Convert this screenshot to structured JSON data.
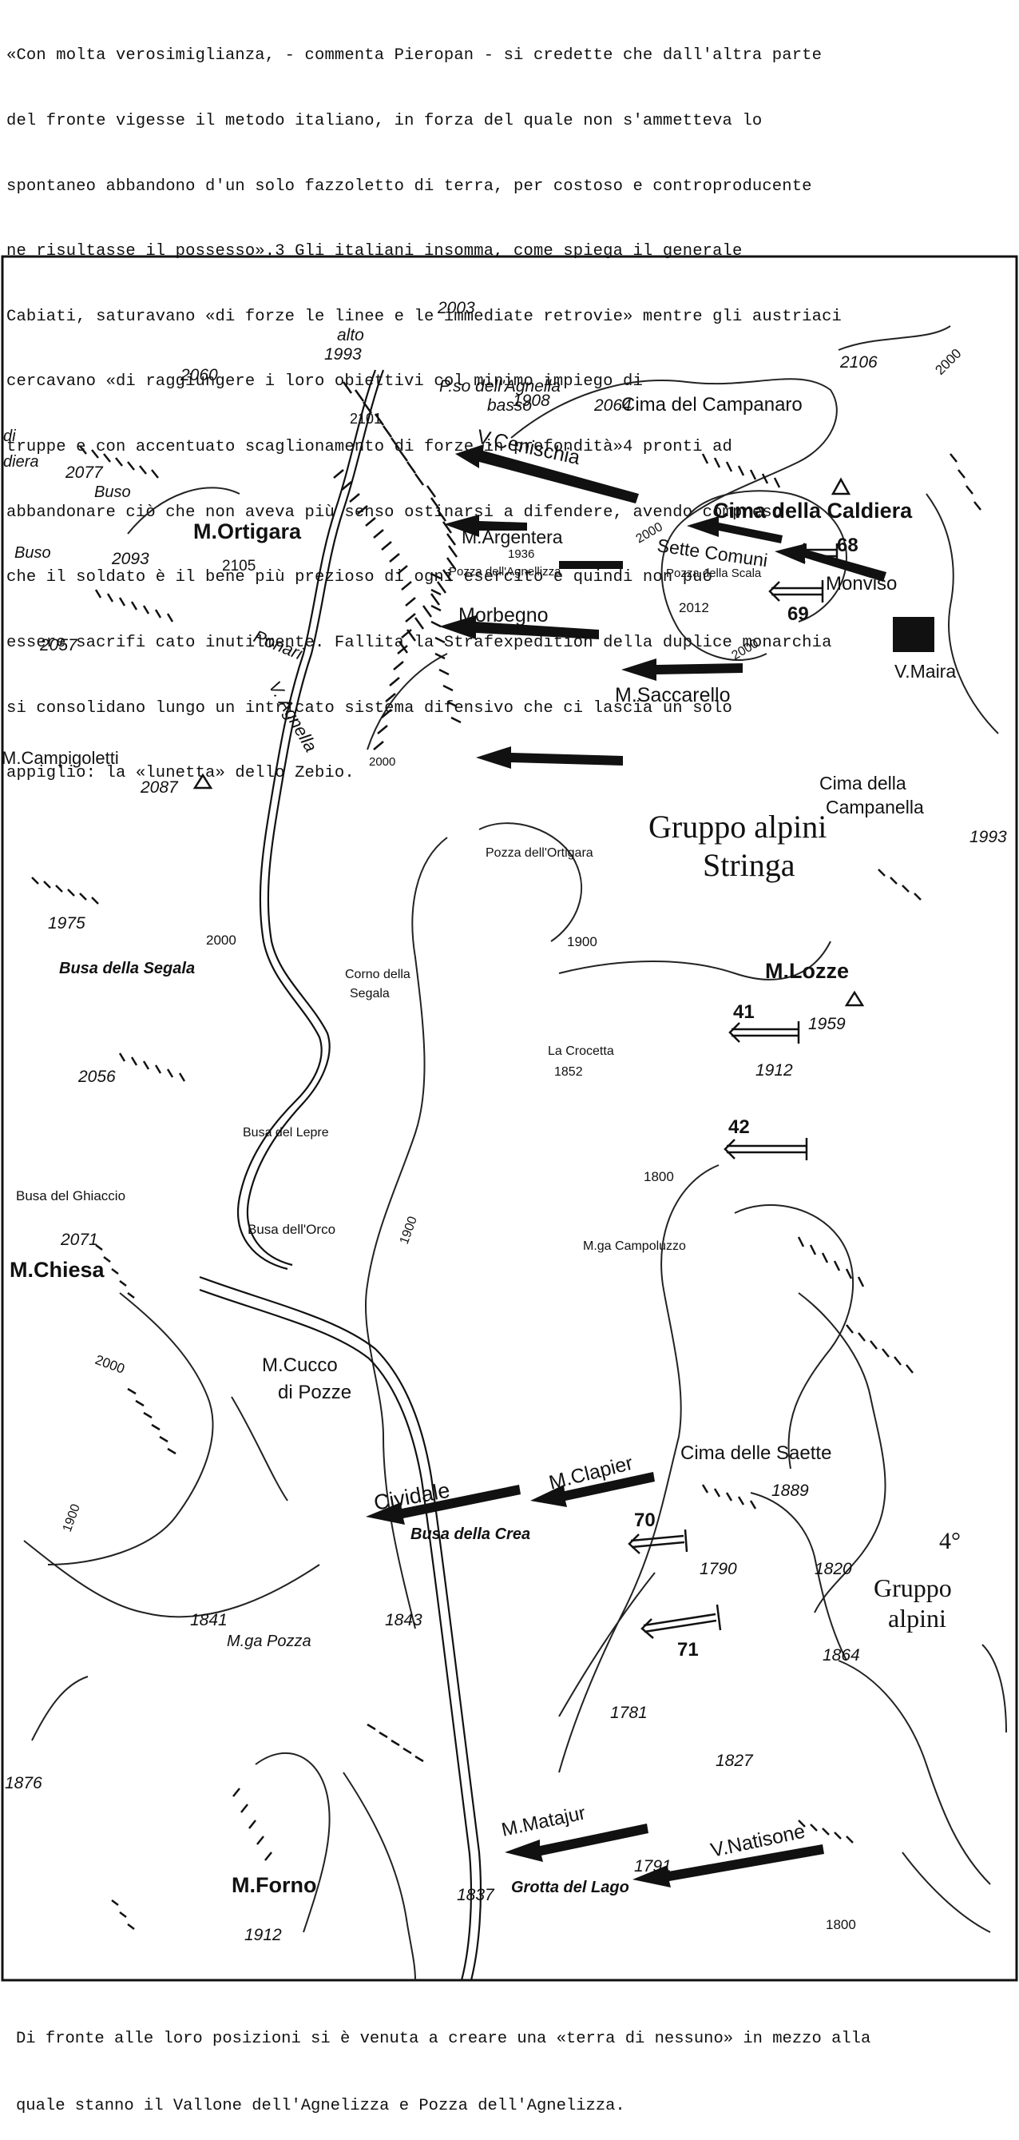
{
  "top_paragraph": [
    "«Con molta verosimiglianza, - commenta Pieropan - si credette che dall'altra parte",
    "del fronte vigesse il metodo italiano, in forza del quale non s'ammetteva lo",
    "spontaneo abbandono d'un solo fazzoletto di terra, per costoso e controproducente",
    "ne risultasse il possesso».3 Gli italiani insomma, come spiega il generale",
    "Cabiati, saturavano «di forze le linee e le immediate retrovie» mentre gli austriaci",
    "cercavano «di raggiungere i loro obiettivi col minimo impiego di",
    "truppe e con accentuato scaglionamento di forze in profondità»4 pronti ad",
    "abbandonare ciò che non aveva più senso ostinarsi a difendere, avendo compreso",
    "che il soldato è il bene più prezioso di ogni esercito e quindi non può",
    "essere sacrifi cato inutilmente. Fallita la Strafexpedition della duplice monarchia",
    "si consolidano lungo un intricato sistema difensivo che ci lascia un solo",
    "appiglio: la «lunetta» dello Zebio."
  ],
  "caption": [
    "Di fronte alle loro posizioni si è venuta a creare una «terra di nessuno» in mezzo alla",
    "quale stanno il Vallone dell'Agnelizza e Pozza dell'Agnelizza."
  ],
  "map": {
    "peaks": {
      "ortigara": "M.Ortigara",
      "campigoletti": "M.Campigoletti",
      "chiesa": "M.Chiesa",
      "forno": "M.Forno",
      "lozze": "M.Lozze",
      "caldiera": "Cima della Caldiera",
      "campanaro": "Cima del Campanaro",
      "campanella_1": "Cima della",
      "campanella_2": "Campanella",
      "saette": "Cima delle Saette",
      "cucco_1": "M.Cucco",
      "cucco_2": "di Pozze"
    },
    "places": {
      "di": "di",
      "diera": "diera",
      "buso_italic": "Buso",
      "buso": "Buso",
      "pso_agnella": "P.so dell'Agnella",
      "basso": "basso",
      "alto": "alto",
      "pozza_agnellizza": "Pozza dell'Agnellizza",
      "pozza_scala": "Pozza della Scala",
      "pozza_ortigara": "Pozza dell'Ortigara",
      "busa_segala": "Busa della Segala",
      "corno_segala_1": "Corno della",
      "corno_segala_2": "Segala",
      "crocetta": "La Crocetta",
      "busa_lepre": "Busa del Lepre",
      "busa_ghiaccio": "Busa del Ghiaccio",
      "busa_orco": "Busa dell'Orco",
      "mga_campoluzzo": "M.ga Campoluzzo",
      "busa_crea": "Busa della Crea",
      "mga_pozza": "M.ga Pozza",
      "grotta_lago": "Grotta del Lago",
      "ponari": "Ponari",
      "v_agnella": "V. Agnella"
    },
    "units": {
      "v_cenischia": "V.Cenischia",
      "m_argentera": "M.Argentera",
      "sette_comuni": "Sette Comuni",
      "monviso": "Monviso",
      "morbegno": "Morbegno",
      "m_saccarello": "M.Saccarello",
      "v_maira": "V.Maira",
      "cividale": "Cividale",
      "m_clapier": "M.Clapier",
      "m_matajur": "M.Matajur",
      "v_natisone": "V.Natisone",
      "n68": "68",
      "n69": "69",
      "n41": "41",
      "n42": "42",
      "n70": "70",
      "n71": "71"
    },
    "groups": {
      "stringa_1": "Gruppo alpini",
      "stringa_2": "Stringa",
      "fourth_1": "4°",
      "fourth_2": "Gruppo",
      "fourth_3": "alpini"
    },
    "elevations": {
      "e2003": "2003",
      "e1993a": "1993",
      "e1908": "1908",
      "e2060": "2060",
      "e2101": "2101",
      "e2064": "2064",
      "e2106": "2106",
      "e2000a": "2000",
      "e2077": "2077",
      "e2093": "2093",
      "e2105": "2105",
      "e1936": "1936",
      "e2000b": "2000",
      "e2012": "2012",
      "e2000c": "2000",
      "e2057": "2057",
      "e2087": "2087",
      "e2000d": "2000",
      "e1993b": "1993",
      "e1975": "1975",
      "e2000e": "2000",
      "e1900a": "1900",
      "e1959": "1959",
      "e1852": "1852",
      "e2056": "2056",
      "e1912a": "1912",
      "e1800a": "1800",
      "e2071": "2071",
      "e1900b": "1900",
      "e2000f": "2000",
      "e1889": "1889",
      "e1900c": "1900",
      "e1790": "1790",
      "e1820": "1820",
      "e1841": "1841",
      "e1843": "1843",
      "e1864": "1864",
      "e1781": "1781",
      "e1876": "1876",
      "e1827": "1827",
      "e1791": "1791",
      "e1837": "1837",
      "e1912b": "1912",
      "e1800b": "1800"
    }
  }
}
